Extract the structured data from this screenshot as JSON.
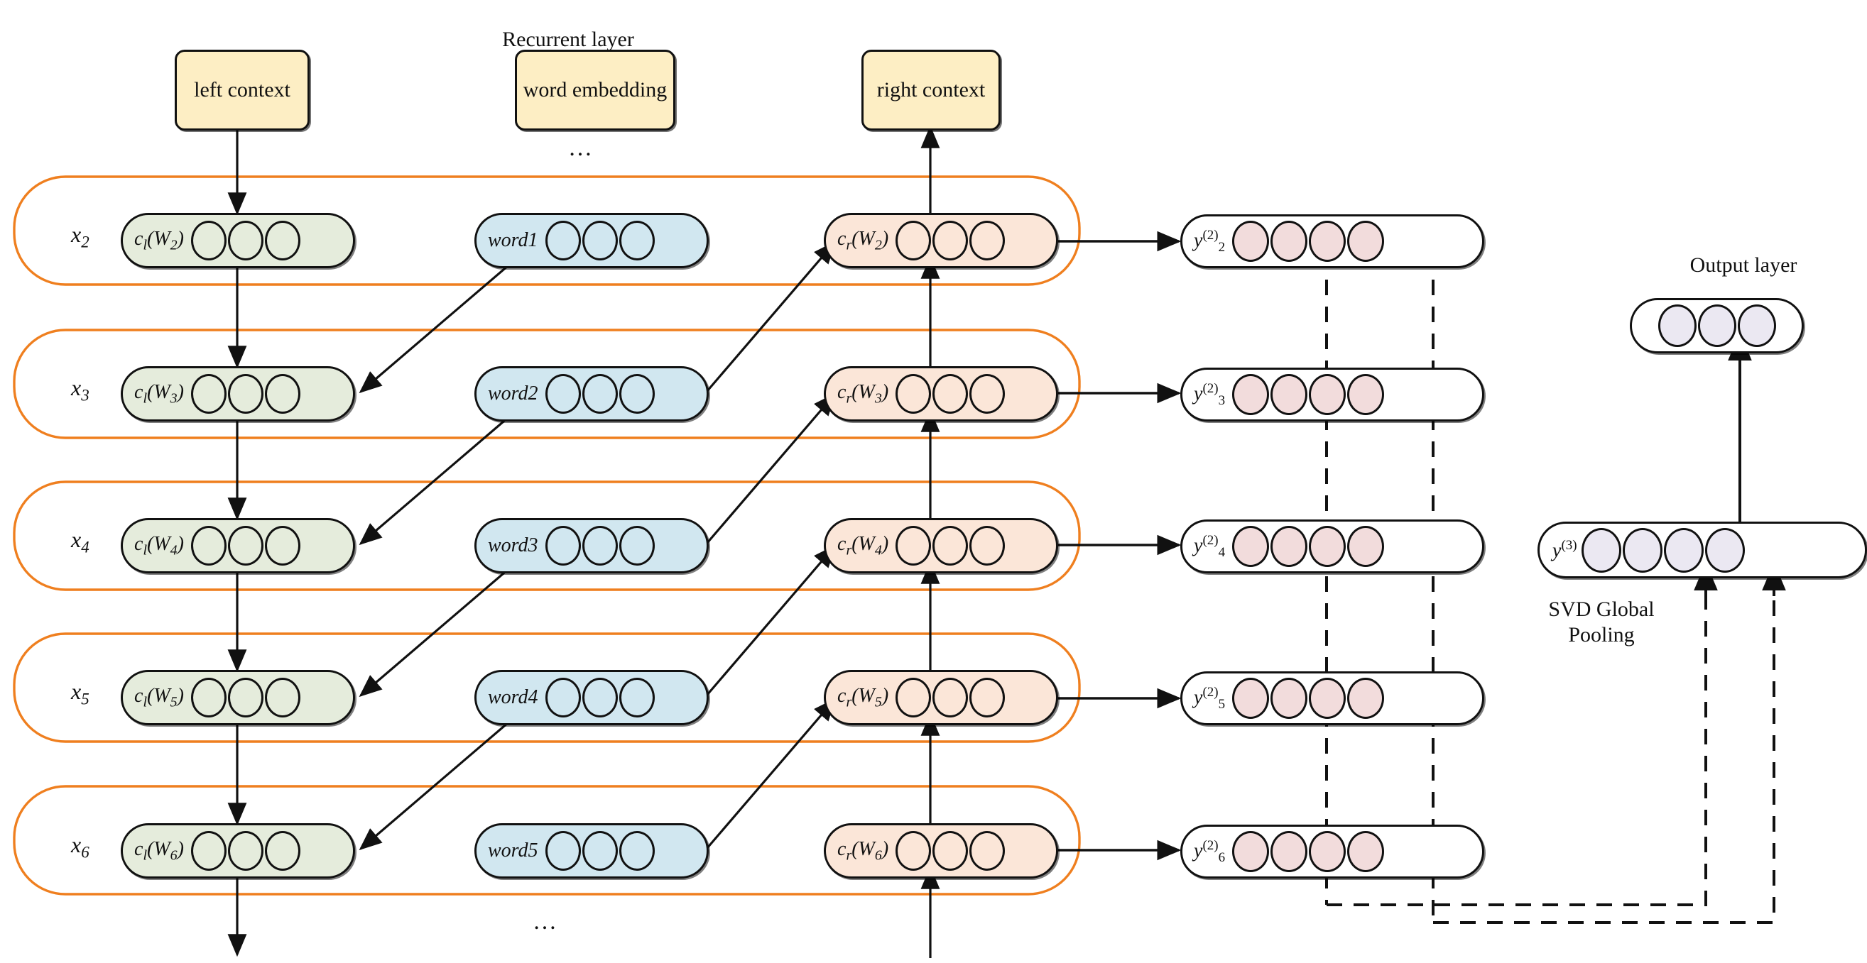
{
  "figure": {
    "title_recurrent": "Recurrent layer",
    "title_output": "Output layer",
    "pooling_label": "SVD Global\nPooling",
    "ellipsis": "…"
  },
  "top_boxes": [
    {
      "name": "left-context",
      "label": "left\ncontext"
    },
    {
      "name": "word-embedding",
      "label": "word\nembedding"
    },
    {
      "name": "right-context",
      "label": "right\ncontext"
    }
  ],
  "rows": [
    {
      "x_label": "x",
      "x_sub": "2",
      "left": {
        "label": "c",
        "sub": "l",
        "arg": "(W",
        "argsub": "2",
        "argend": ")",
        "cells": 3
      },
      "word": {
        "label": "word",
        "index": "1",
        "cells": 3
      },
      "right": {
        "label": "c",
        "sub": "r",
        "arg": "(W",
        "argsub": "2",
        "argend": ")",
        "cells": 3
      },
      "y": {
        "label": "y",
        "sup": "(2)",
        "sub": "2",
        "cells": 4
      }
    },
    {
      "x_label": "x",
      "x_sub": "3",
      "left": {
        "label": "c",
        "sub": "l",
        "arg": "(W",
        "argsub": "3",
        "argend": ")",
        "cells": 3
      },
      "word": {
        "label": "word",
        "index": "2",
        "cells": 3
      },
      "right": {
        "label": "c",
        "sub": "r",
        "arg": "(W",
        "argsub": "3",
        "argend": ")",
        "cells": 3
      },
      "y": {
        "label": "y",
        "sup": "(2)",
        "sub": "3",
        "cells": 4
      }
    },
    {
      "x_label": "x",
      "x_sub": "4",
      "left": {
        "label": "c",
        "sub": "l",
        "arg": "(W",
        "argsub": "4",
        "argend": ")",
        "cells": 3
      },
      "word": {
        "label": "word",
        "index": "3",
        "cells": 3
      },
      "right": {
        "label": "c",
        "sub": "r",
        "arg": "(W",
        "argsub": "4",
        "argend": ")",
        "cells": 3
      },
      "y": {
        "label": "y",
        "sup": "(2)",
        "sub": "4",
        "cells": 4
      }
    },
    {
      "x_label": "x",
      "x_sub": "5",
      "left": {
        "label": "c",
        "sub": "l",
        "arg": "(W",
        "argsub": "5",
        "argend": ")",
        "cells": 3
      },
      "word": {
        "label": "word",
        "index": "4",
        "cells": 3
      },
      "right": {
        "label": "c",
        "sub": "r",
        "arg": "(W",
        "argsub": "5",
        "argend": ")",
        "cells": 3
      },
      "y": {
        "label": "y",
        "sup": "(2)",
        "sub": "5",
        "cells": 4
      }
    },
    {
      "x_label": "x",
      "x_sub": "6",
      "left": {
        "label": "c",
        "sub": "l",
        "arg": "(W",
        "argsub": "6",
        "argend": ")",
        "cells": 3
      },
      "word": {
        "label": "word",
        "index": "5",
        "cells": 3
      },
      "right": {
        "label": "c",
        "sub": "r",
        "arg": "(W",
        "argsub": "6",
        "argend": ")",
        "cells": 3
      },
      "y": {
        "label": "y",
        "sup": "(2)",
        "sub": "6",
        "cells": 4
      }
    }
  ],
  "output": {
    "layer_title": "Output layer",
    "output_cells": 3,
    "pooling": {
      "label": "y",
      "sup": "(3)",
      "cells": 4
    }
  },
  "colors": {
    "recurrent_frame": "#ef7f1f",
    "left_context_fill": "#e5ecdc",
    "word_fill": "#d1e7f0",
    "right_context_fill": "#fbe6d8",
    "y2_fill": "#f2dcdc",
    "y3_fill": "#ebe8f2",
    "top_box_fill": "#fdeec4",
    "stroke": "#111111"
  }
}
